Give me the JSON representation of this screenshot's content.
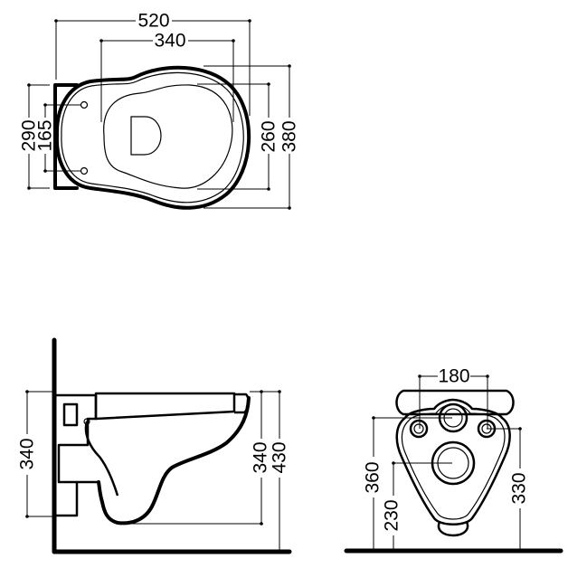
{
  "top_view": {
    "overall_length": "520",
    "opening_length": "340",
    "plate_height": "290",
    "fixing_holes_spacing": "165",
    "opening_width": "260",
    "overall_width": "380"
  },
  "side_view": {
    "fixing_height": "340",
    "bowl_bottom_height": "340",
    "rim_height": "430"
  },
  "front_view": {
    "fixing_spacing": "180",
    "inlet_height": "360",
    "outlet_height": "230",
    "bolt_height": "330"
  },
  "colors": {
    "line": "#000000",
    "background": "#ffffff"
  }
}
